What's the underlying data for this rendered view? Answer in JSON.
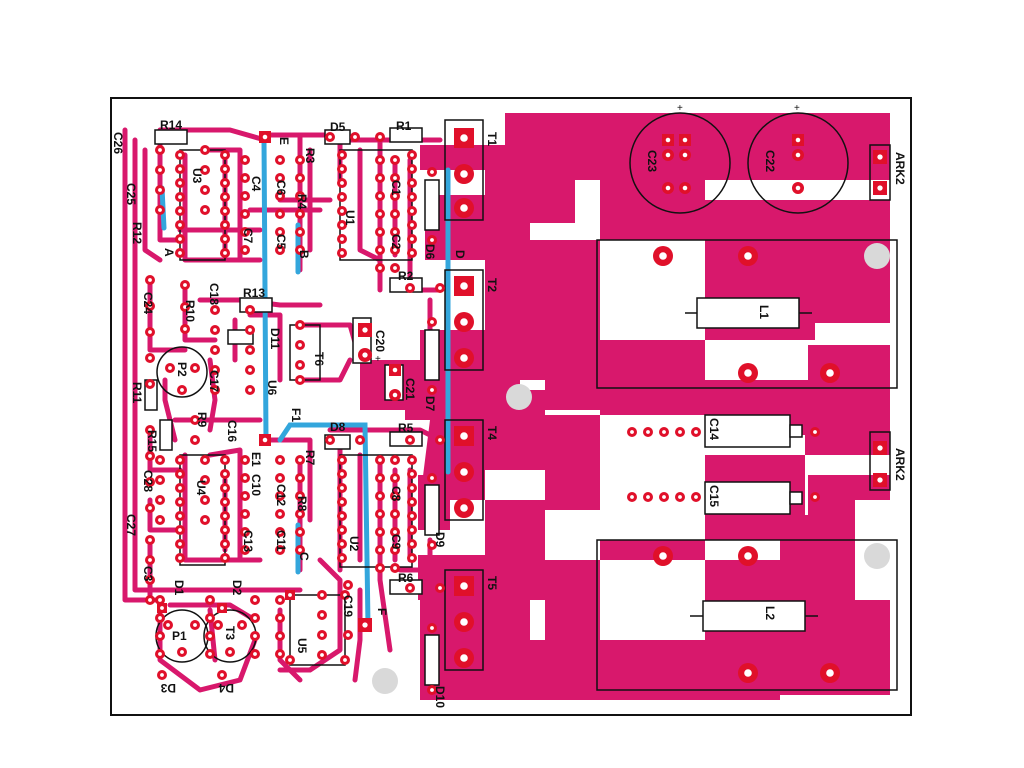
{
  "colors": {
    "background": "#ffffff",
    "copper": "#d8186c",
    "pad_ring": "#e0102a",
    "pad_hole": "#ffffff",
    "jumper": "#33a6dc",
    "silkscreen": "#111111",
    "mount_hole": "#d9d9d9"
  },
  "labels": {
    "r14": "R14",
    "c26": "C26",
    "u3": "U3",
    "c25": "C25",
    "c4": "C4",
    "c6": "C6",
    "r3": "R3",
    "d5": "D5",
    "r1": "R1",
    "t1": "T1",
    "c23": "C23",
    "c22": "C22",
    "ark2_top": "ARK2",
    "c7": "C7",
    "c5": "C5",
    "r4": "R4",
    "u1": "U1",
    "c1": "C1",
    "c2": "C2",
    "d6": "D6",
    "r12": "R12",
    "d": "D",
    "r2": "R2",
    "t2": "T2",
    "l1": "L1",
    "c24": "C24",
    "c18": "C18",
    "r13": "R13",
    "r10": "R10",
    "d11": "D11",
    "t6": "T6",
    "c20": "C20",
    "c21": "C21",
    "d7": "D7",
    "p2": "P2",
    "c17": "C17",
    "r11": "R11",
    "u6": "U6",
    "r9": "R9",
    "r15": "R15",
    "c16": "C16",
    "f1": "F1",
    "d8": "D8",
    "r5": "R5",
    "t4": "T4",
    "c14": "C14",
    "ark2_bottom": "ARK2",
    "c28": "C28",
    "u4": "U4",
    "e1": "E1",
    "c10": "C10",
    "r7": "R7",
    "c12": "C12",
    "c8": "C8",
    "c15": "C15",
    "r8": "R8",
    "c27": "C27",
    "c13": "C13",
    "c11": "C11",
    "u2": "U2",
    "c9": "C9",
    "d9": "D9",
    "c3": "C3",
    "c": "C",
    "d1": "D1",
    "d2": "D2",
    "r6": "R6",
    "t5": "T5",
    "c19": "C19",
    "f": "F",
    "p1": "P1",
    "t3": "T3",
    "u5": "U5",
    "l2": "L2",
    "d3": "D3",
    "d4": "D4",
    "d10": "D10",
    "e": "E",
    "b": "B",
    "a": "A",
    "plus_c23": "+",
    "plus_c22": "+",
    "plus_c20": "+"
  }
}
